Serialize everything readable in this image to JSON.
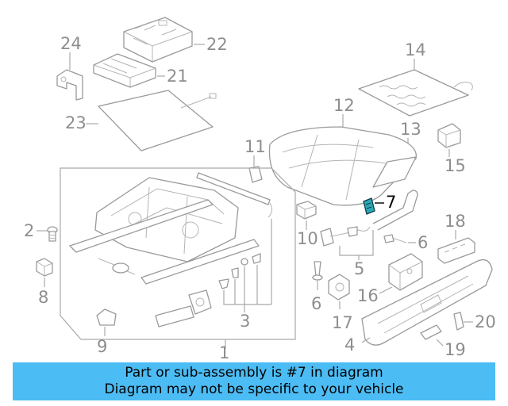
{
  "callouts": {
    "n1": "1",
    "n2": "2",
    "n3": "3",
    "n4": "4",
    "n5": "5",
    "n6a": "6",
    "n6b": "6",
    "n7": "7",
    "n8": "8",
    "n9": "9",
    "n10": "10",
    "n11": "11",
    "n12": "12",
    "n13": "13",
    "n14": "14",
    "n15": "15",
    "n16": "16",
    "n17": "17",
    "n18": "18",
    "n19": "19",
    "n20": "20",
    "n21": "21",
    "n22": "22",
    "n23": "23",
    "n24": "24"
  },
  "highlight_part": "7",
  "colors": {
    "banner": "#4cbcf4",
    "highlight": "#2aa8b8",
    "linework": "#9a9a9a"
  },
  "banner": {
    "line1": "Part or sub-assembly is #7 in diagram",
    "line2": "Diagram may not be specific to your vehicle"
  }
}
